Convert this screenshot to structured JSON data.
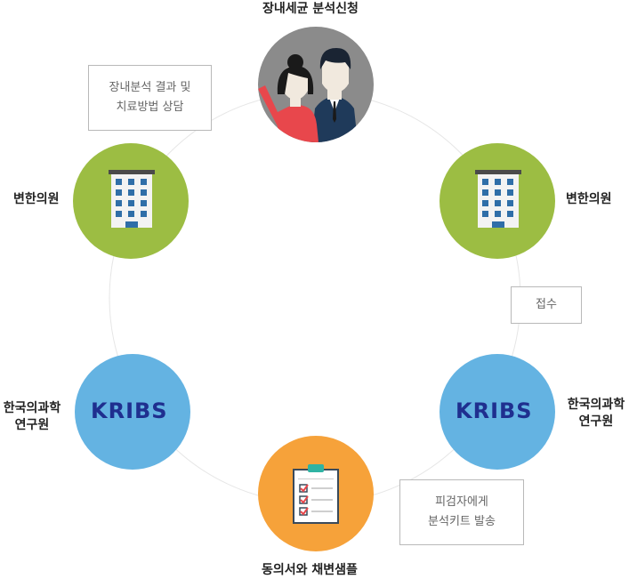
{
  "nodes": {
    "top": {
      "label": "장내세균 분석신청"
    },
    "right_top": {
      "label": "변한의원"
    },
    "left_top": {
      "label": "변한의원"
    },
    "right_mid": {
      "label_line1": "한국의과학",
      "label_line2": "연구원",
      "logo_text": "KRIBS"
    },
    "left_mid": {
      "label_line1": "한국의과학",
      "label_line2": "연구원",
      "logo_text": "KRIBS"
    },
    "bottom": {
      "label": "동의서와 채변샘플"
    }
  },
  "notes": {
    "consult": {
      "line1": "장내분석 결과 및",
      "line2": "치료방법 상담"
    },
    "receive": {
      "text": "접수"
    },
    "kit": {
      "line1": "피검자에게",
      "line2": "분석키트 발송"
    }
  },
  "colors": {
    "green": "#9cbd43",
    "blue": "#64b3e2",
    "orange": "#f6a23a",
    "gray": "#8b8b8b",
    "ring": "#e3e3e3"
  }
}
